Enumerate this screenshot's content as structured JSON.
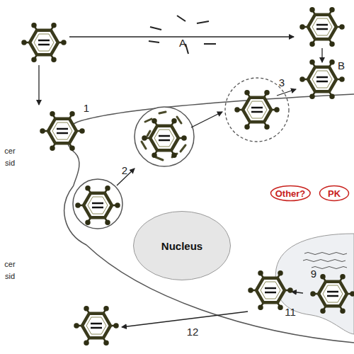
{
  "diagram": {
    "nodes": [
      {
        "text": [
          "Nucleus"
        ]
      },
      {
        "text": [
          "Other?"
        ]
      },
      {
        "text": [
          "PK"
        ]
      }
    ],
    "labels": [
      "A",
      "B",
      "1",
      "2",
      "3",
      "9",
      "11",
      "12",
      "cer",
      "sid",
      "cer",
      "sid"
    ]
  }
}
